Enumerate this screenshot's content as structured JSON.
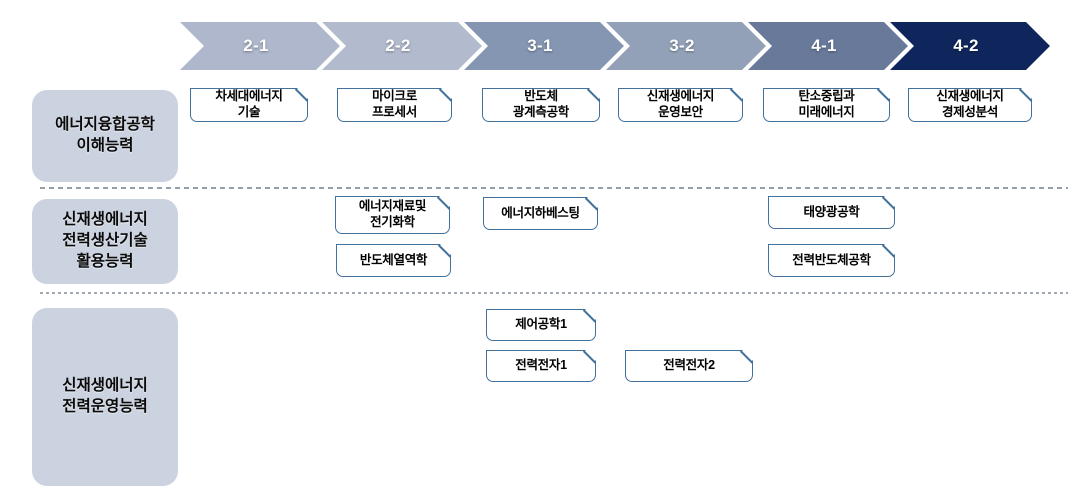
{
  "colors": {
    "course_border": "#41719c",
    "capability_fill": "#ccd3e0",
    "divider": "#959da8",
    "chevron_text": "#ffffff"
  },
  "timeline": {
    "semesters": [
      {
        "label": "2-1",
        "color": "#aeb7cb"
      },
      {
        "label": "2-2",
        "color": "#b2bbce"
      },
      {
        "label": "3-1",
        "color": "#8496b1"
      },
      {
        "label": "3-2",
        "color": "#93a1b8"
      },
      {
        "label": "4-1",
        "color": "#68799a"
      },
      {
        "label": "4-2",
        "color": "#0f265c"
      }
    ]
  },
  "capabilities": [
    {
      "label": "에너지융합공학\n이해능력"
    },
    {
      "label": "신재생에너지\n전력생산기술\n활용능력"
    },
    {
      "label": "신재생에너지\n전력운영능력"
    }
  ],
  "courses": [
    {
      "label": "차세대에너지\n기술",
      "semester": "2-1",
      "capability_row": 1
    },
    {
      "label": "마이크로\n프로세서",
      "semester": "2-2",
      "capability_row": 1
    },
    {
      "label": "반도체\n광계측공학",
      "semester": "3-1",
      "capability_row": 1
    },
    {
      "label": "신재생에너지\n운영보안",
      "semester": "3-2",
      "capability_row": 1
    },
    {
      "label": "탄소중립과\n미래에너지",
      "semester": "4-1",
      "capability_row": 1
    },
    {
      "label": "신재생에너지\n경제성분석",
      "semester": "4-2",
      "capability_row": 1
    },
    {
      "label": "에너지재료및\n전기화학",
      "semester": "2-2",
      "capability_row": 2
    },
    {
      "label": "반도체열역학",
      "semester": "2-2",
      "capability_row": 2
    },
    {
      "label": "에너지하베스팅",
      "semester": "3-1",
      "capability_row": 2
    },
    {
      "label": "태양광공학",
      "semester": "4-1",
      "capability_row": 2
    },
    {
      "label": "전력반도체공학",
      "semester": "4-1",
      "capability_row": 2
    },
    {
      "label": "제어공학1",
      "semester": "3-1",
      "capability_row": 3
    },
    {
      "label": "전력전자1",
      "semester": "3-1",
      "capability_row": 3
    },
    {
      "label": "전력전자2",
      "semester": "3-2",
      "capability_row": 3
    }
  ]
}
